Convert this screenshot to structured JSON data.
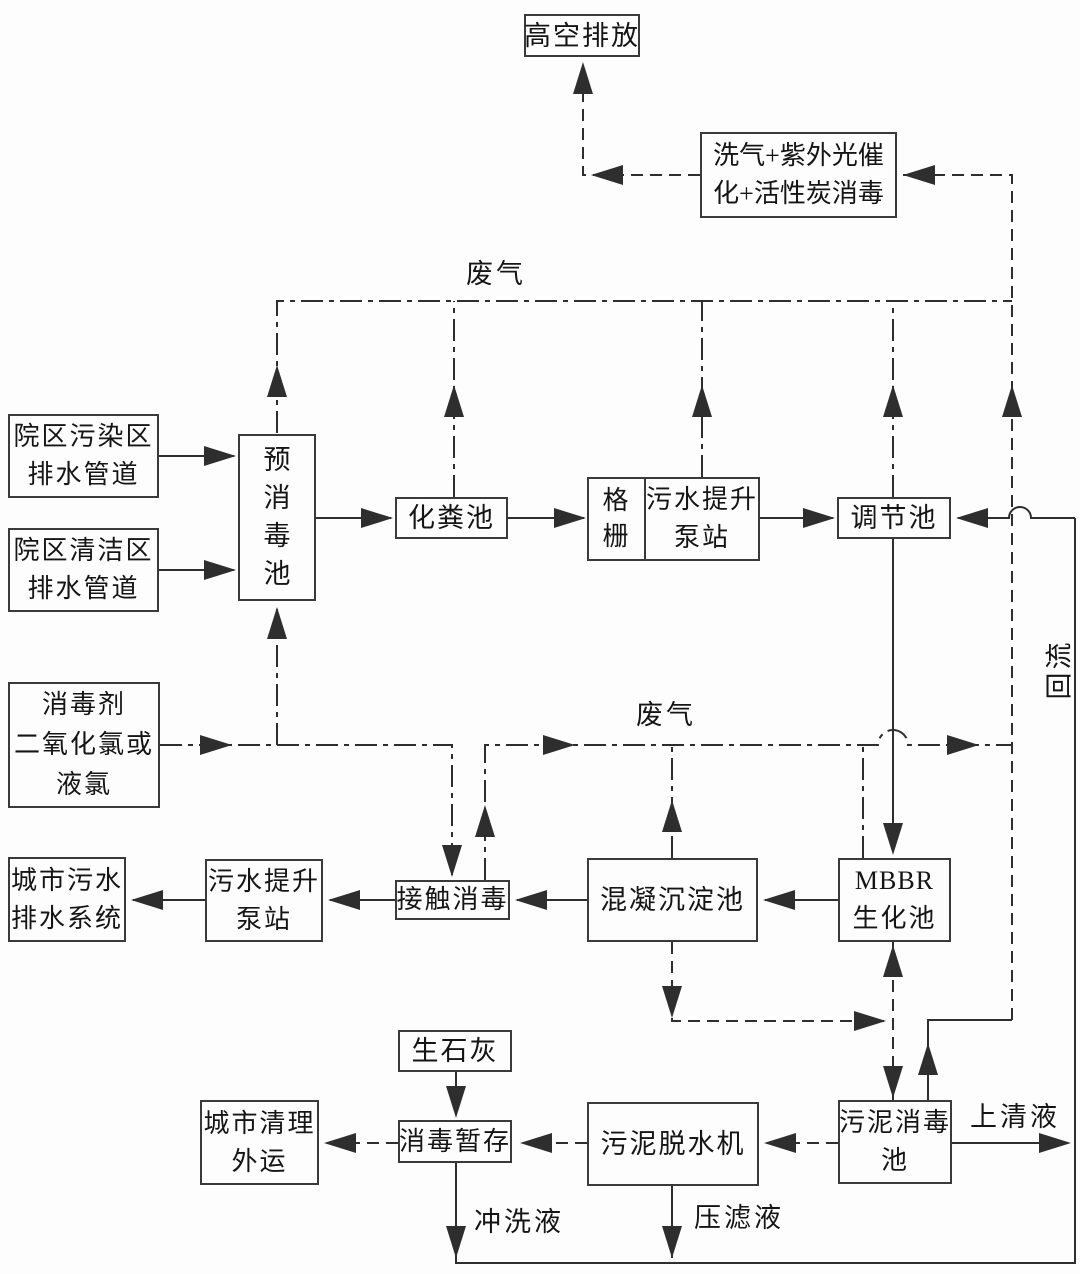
{
  "diagram": {
    "type": "process-flow-diagram",
    "boxes": {
      "high_altitude_discharge": {
        "label": "高空排放"
      },
      "gas_treatment": {
        "lines": [
          "洗气+紫外光催",
          "化+活性炭消毒"
        ]
      },
      "polluted_area_pipes": {
        "lines": [
          "院区污染区",
          "排水管道"
        ]
      },
      "clean_area_pipes": {
        "lines": [
          "院区清洁区",
          "排水管道"
        ]
      },
      "pre_disinfection_tank": {
        "chars": [
          "预",
          "消",
          "毒",
          "池"
        ]
      },
      "septic_tank": {
        "label": "化粪池"
      },
      "bar_screen": {
        "chars": [
          "格",
          "栅"
        ]
      },
      "sewage_lift_station_top": {
        "lines": [
          "污水提升",
          "泵站"
        ]
      },
      "regulating_tank": {
        "label": "调节池"
      },
      "disinfectant_supply": {
        "lines": [
          "消毒剂",
          "二氧化氯或",
          "液氯"
        ]
      },
      "city_sewer_system": {
        "lines": [
          "城市污水",
          "排水系统"
        ]
      },
      "sewage_lift_station_left": {
        "lines": [
          "污水提升",
          "泵站"
        ]
      },
      "contact_disinfection": {
        "label": "接触消毒"
      },
      "coagulation_sedimentation_tank": {
        "label": "混凝沉淀池"
      },
      "mbbr_tank": {
        "lines": [
          "MBBR",
          "生化池"
        ]
      },
      "quicklime": {
        "label": "生石灰"
      },
      "disinfection_storage": {
        "label": "消毒暂存"
      },
      "city_disposal": {
        "lines": [
          "城市清理",
          "外运"
        ]
      },
      "sludge_dewatering_machine": {
        "label": "污泥脱水机"
      },
      "sludge_disinfection_tank": {
        "lines": [
          "污泥消毒",
          "池"
        ]
      }
    },
    "labels": {
      "waste_gas_top": "废气",
      "waste_gas_middle": "废气",
      "reflux": "回流",
      "supernatant": "上清液",
      "flushing_liquid": "冲洗液",
      "filter_press_liquid": "压滤液"
    },
    "colors": {
      "line": "#2e2e2e",
      "text": "#151515",
      "background": "#fdfdfd",
      "box_border": "#3a3a3a"
    }
  }
}
